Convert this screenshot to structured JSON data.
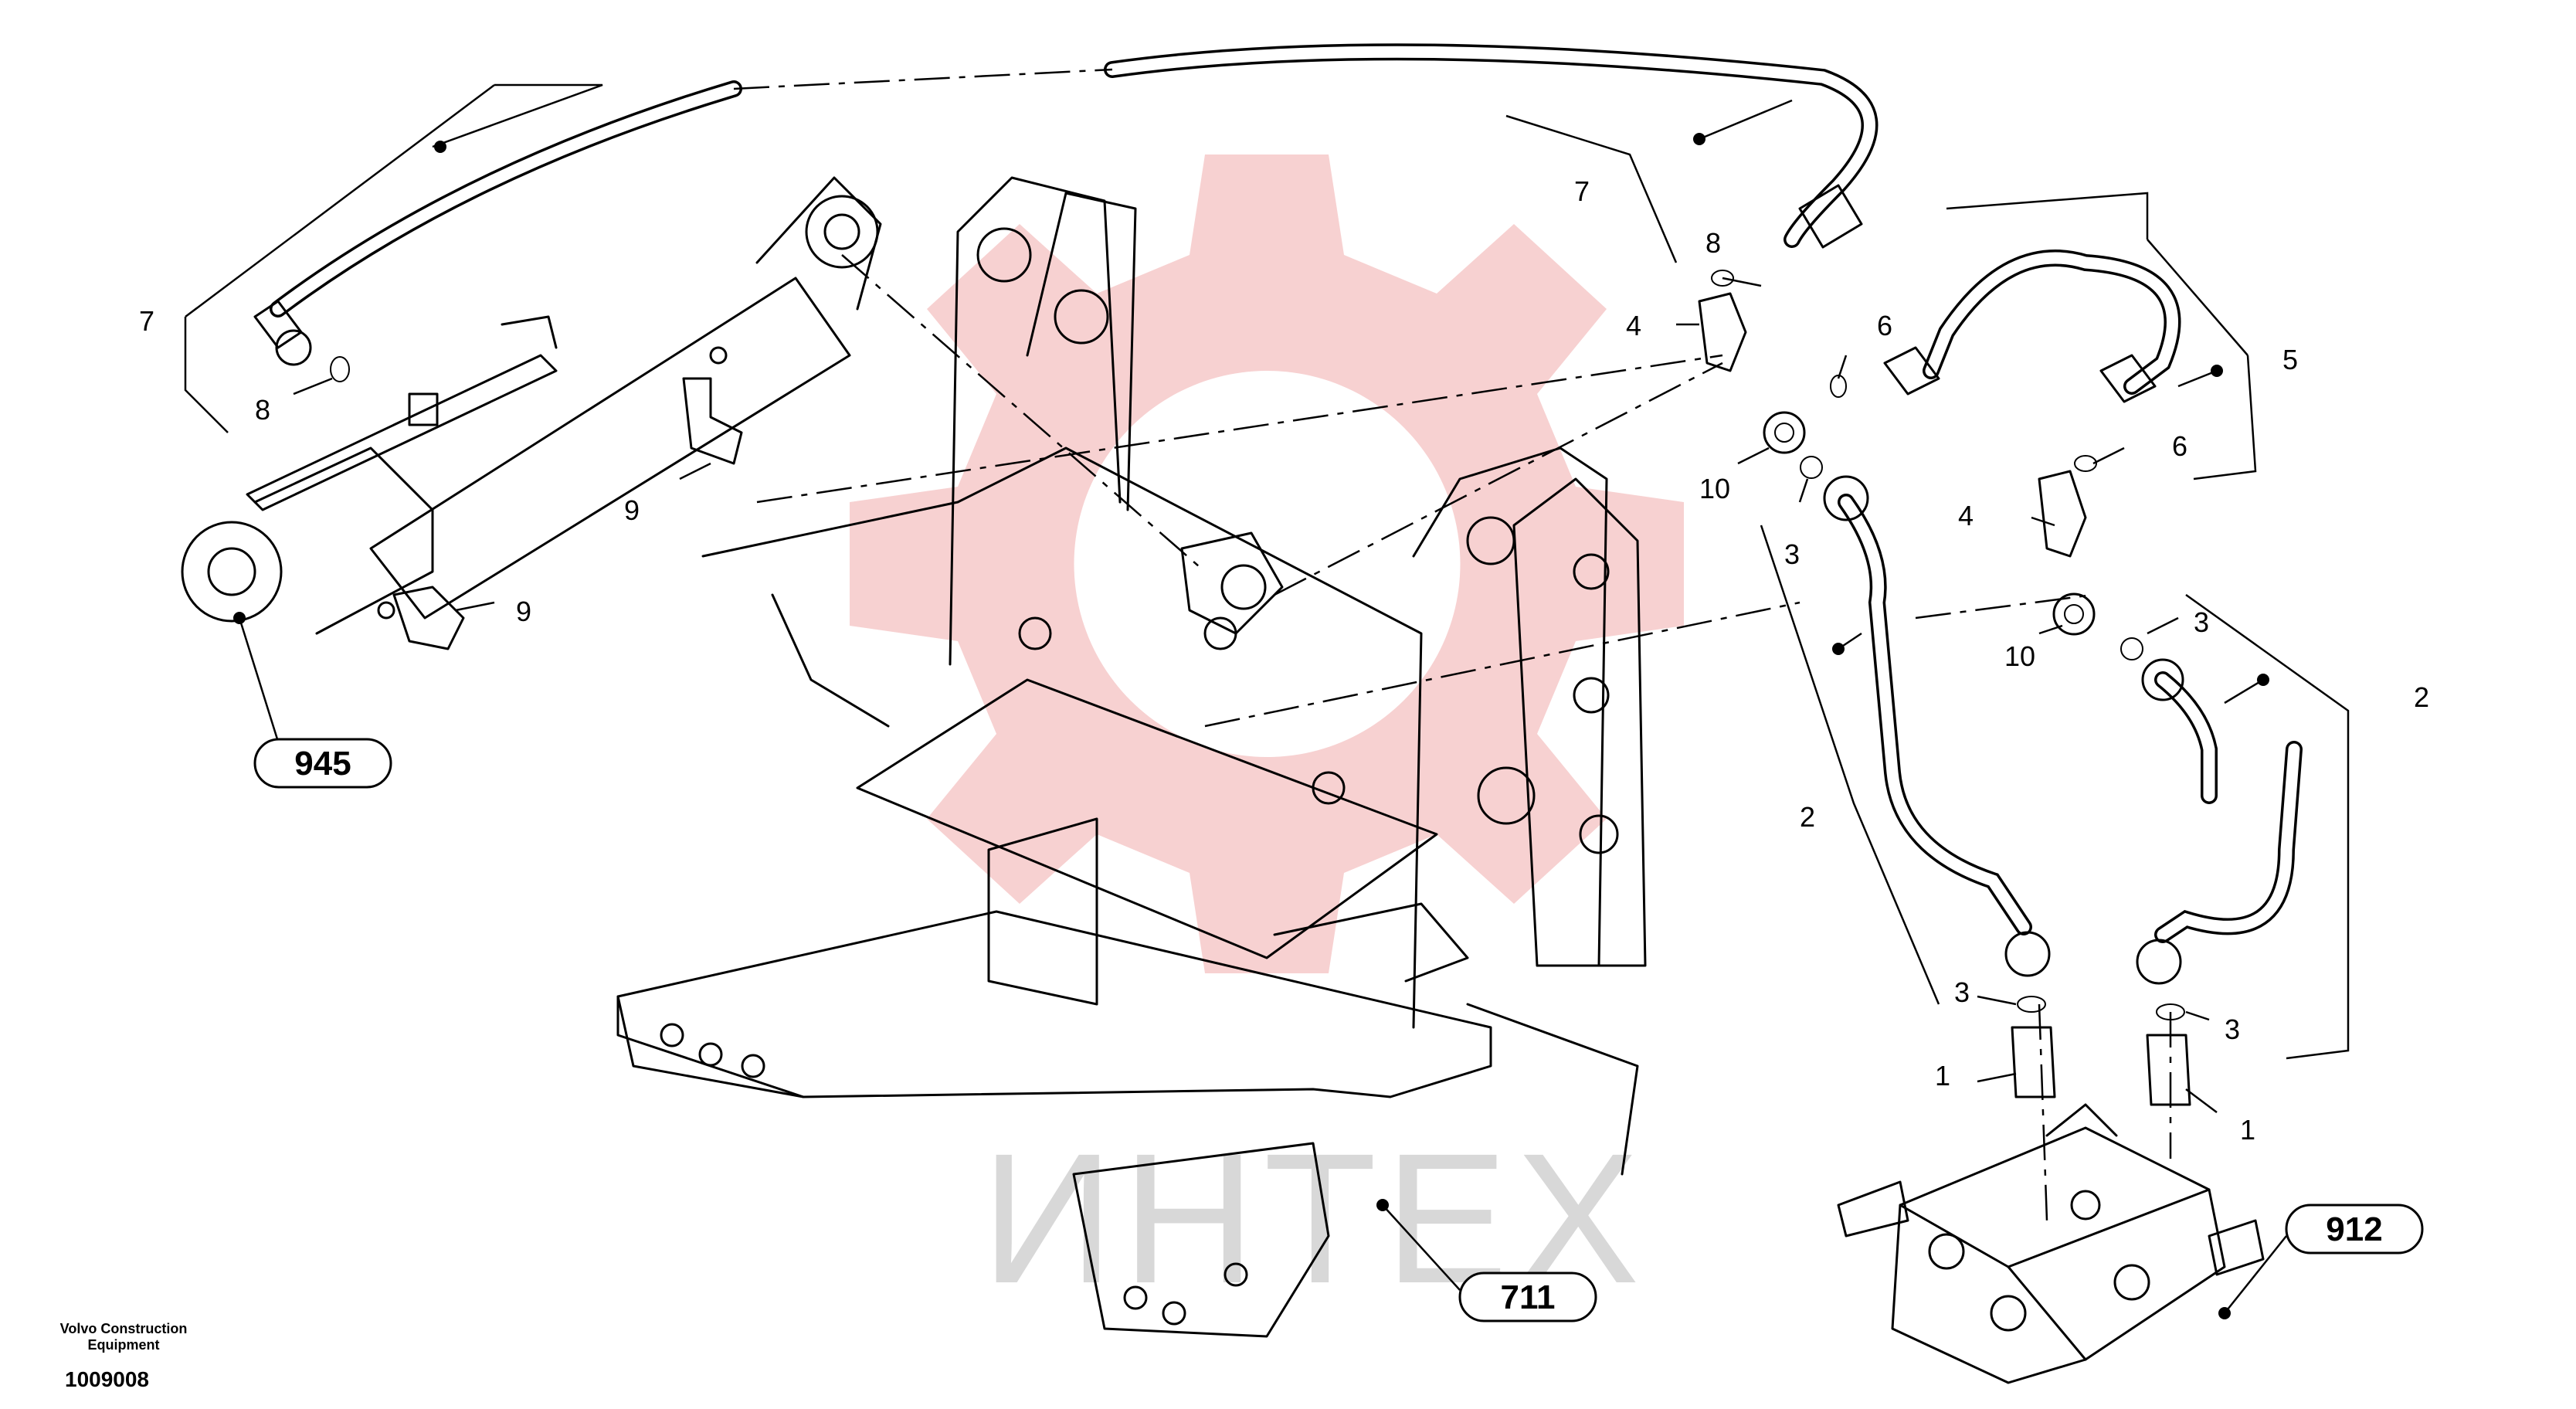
{
  "watermark": {
    "text": "ИНТЕХ",
    "gear_color": "#f6c9c9"
  },
  "callouts": [
    {
      "id": "c7a",
      "text": "7"
    },
    {
      "id": "c8a",
      "text": "8"
    },
    {
      "id": "c9a",
      "text": "9"
    },
    {
      "id": "c9b",
      "text": "9"
    },
    {
      "id": "c7b",
      "text": "7"
    },
    {
      "id": "c8b",
      "text": "8"
    },
    {
      "id": "c4a",
      "text": "4"
    },
    {
      "id": "c6a",
      "text": "6"
    },
    {
      "id": "c10a",
      "text": "10"
    },
    {
      "id": "c3a",
      "text": "3"
    },
    {
      "id": "c5",
      "text": "5"
    },
    {
      "id": "c6b",
      "text": "6"
    },
    {
      "id": "c4b",
      "text": "4"
    },
    {
      "id": "c10b",
      "text": "10"
    },
    {
      "id": "c3b",
      "text": "3"
    },
    {
      "id": "c2a",
      "text": "2"
    },
    {
      "id": "c2b",
      "text": "2"
    },
    {
      "id": "c3c",
      "text": "3"
    },
    {
      "id": "c3d",
      "text": "3"
    },
    {
      "id": "c1a",
      "text": "1"
    },
    {
      "id": "c1b",
      "text": "1"
    }
  ],
  "refs": {
    "r945": "945",
    "r711": "711",
    "r912": "912"
  },
  "footer": {
    "brand_line1": "Volvo Construction",
    "brand_line2": "Equipment",
    "doc_number": "1009008"
  }
}
